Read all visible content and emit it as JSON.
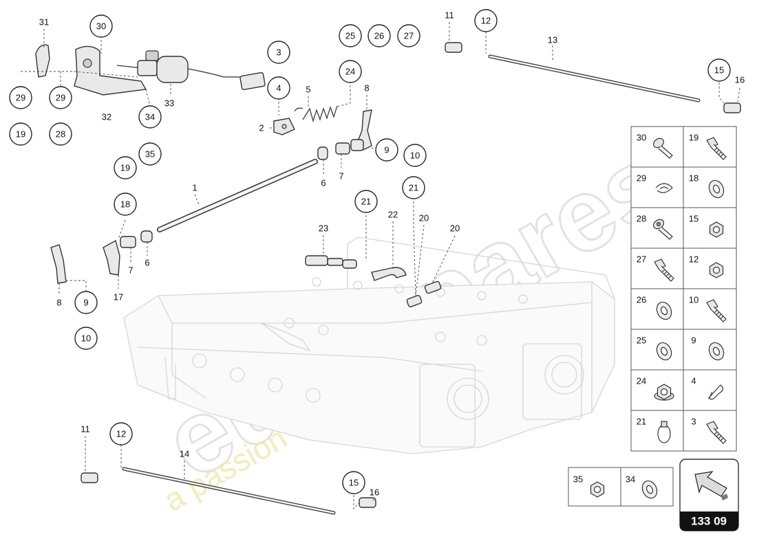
{
  "diagram": {
    "reference": "133 09",
    "watermark_brand": "eurospares",
    "watermark_slogan": "a passion for parts since 1985",
    "callouts": [
      {
        "id": "c31",
        "label": "31",
        "circled": false
      },
      {
        "id": "c30",
        "label": "30",
        "circled": true
      },
      {
        "id": "c29a",
        "label": "29",
        "circled": true
      },
      {
        "id": "c19a",
        "label": "19",
        "circled": true
      },
      {
        "id": "c29b",
        "label": "29",
        "circled": true
      },
      {
        "id": "c28",
        "label": "28",
        "circled": true
      },
      {
        "id": "c32",
        "label": "32",
        "circled": false
      },
      {
        "id": "c33",
        "label": "33",
        "circled": false
      },
      {
        "id": "c34",
        "label": "34",
        "circled": true
      },
      {
        "id": "c35",
        "label": "35",
        "circled": true
      },
      {
        "id": "c3",
        "label": "3",
        "circled": true
      },
      {
        "id": "c4",
        "label": "4",
        "circled": true
      },
      {
        "id": "c2",
        "label": "2",
        "circled": false
      },
      {
        "id": "c5",
        "label": "5",
        "circled": false
      },
      {
        "id": "c25",
        "label": "25",
        "circled": true
      },
      {
        "id": "c26",
        "label": "26",
        "circled": true
      },
      {
        "id": "c27",
        "label": "27",
        "circled": true
      },
      {
        "id": "c24",
        "label": "24",
        "circled": true
      },
      {
        "id": "c8a",
        "label": "8",
        "circled": false
      },
      {
        "id": "c9a",
        "label": "9",
        "circled": true
      },
      {
        "id": "c10a",
        "label": "10",
        "circled": true
      },
      {
        "id": "c6a",
        "label": "6",
        "circled": false
      },
      {
        "id": "c7a",
        "label": "7",
        "circled": false
      },
      {
        "id": "c19b",
        "label": "19",
        "circled": true
      },
      {
        "id": "c1",
        "label": "1",
        "circled": false
      },
      {
        "id": "c18",
        "label": "18",
        "circled": true
      },
      {
        "id": "c7b",
        "label": "7",
        "circled": false
      },
      {
        "id": "c6b",
        "label": "6",
        "circled": false
      },
      {
        "id": "c8b",
        "label": "8",
        "circled": false
      },
      {
        "id": "c9b",
        "label": "9",
        "circled": true
      },
      {
        "id": "c17",
        "label": "17",
        "circled": false
      },
      {
        "id": "c10b",
        "label": "10",
        "circled": true
      },
      {
        "id": "c21a",
        "label": "21",
        "circled": true
      },
      {
        "id": "c21b",
        "label": "21",
        "circled": true
      },
      {
        "id": "c22",
        "label": "22",
        "circled": false
      },
      {
        "id": "c23",
        "label": "23",
        "circled": false
      },
      {
        "id": "c20a",
        "label": "20",
        "circled": false
      },
      {
        "id": "c20b",
        "label": "20",
        "circled": false
      },
      {
        "id": "c11a",
        "label": "11",
        "circled": false
      },
      {
        "id": "c12a",
        "label": "12",
        "circled": true
      },
      {
        "id": "c13",
        "label": "13",
        "circled": false
      },
      {
        "id": "c15a",
        "label": "15",
        "circled": true
      },
      {
        "id": "c16a",
        "label": "16",
        "circled": false
      },
      {
        "id": "c11b",
        "label": "11",
        "circled": false
      },
      {
        "id": "c12b",
        "label": "12",
        "circled": true
      },
      {
        "id": "c14",
        "label": "14",
        "circled": false
      },
      {
        "id": "c15b",
        "label": "15",
        "circled": true
      },
      {
        "id": "c16b",
        "label": "16",
        "circled": false
      }
    ],
    "legend": [
      {
        "left": {
          "num": "30",
          "icon": "screw-icon"
        },
        "right": {
          "num": "19",
          "icon": "bolt-icon"
        }
      },
      {
        "left": {
          "num": "29",
          "icon": "spring-washer-icon"
        },
        "right": {
          "num": "18",
          "icon": "washer-icon"
        }
      },
      {
        "left": {
          "num": "28",
          "icon": "socket-screw-icon"
        },
        "right": {
          "num": "15",
          "icon": "nut-icon"
        }
      },
      {
        "left": {
          "num": "27",
          "icon": "bolt-icon"
        },
        "right": {
          "num": "12",
          "icon": "nut-icon"
        }
      },
      {
        "left": {
          "num": "26",
          "icon": "washer-icon"
        },
        "right": {
          "num": "10",
          "icon": "bolt-icon"
        }
      },
      {
        "left": {
          "num": "25",
          "icon": "washer-icon"
        },
        "right": {
          "num": "9",
          "icon": "washer-icon"
        }
      },
      {
        "left": {
          "num": "24",
          "icon": "flange-nut-icon"
        },
        "right": {
          "num": "4",
          "icon": "spring-clip-icon"
        }
      },
      {
        "left": {
          "num": "21",
          "icon": "hose-clamp-icon"
        },
        "right": {
          "num": "3",
          "icon": "bolt-icon"
        }
      }
    ],
    "legend_bottom": [
      {
        "num": "35",
        "icon": "nut-icon"
      },
      {
        "num": "34",
        "icon": "washer-icon"
      }
    ]
  }
}
